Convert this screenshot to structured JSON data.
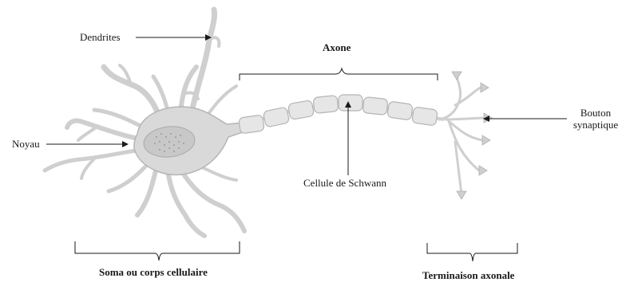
{
  "labels": {
    "dendrites": "Dendrites",
    "axon": "Axone",
    "nucleus": "Noyau",
    "schwann": "Cellule de Schwann",
    "bouton_line1": "Bouton",
    "bouton_line2": "synaptique",
    "soma": "Soma ou corps cellulaire",
    "terminal": "Terminaison axonale"
  },
  "colors": {
    "cell_fill": "#d9d9d9",
    "cell_stroke": "#b5b5b5",
    "nucleus_fill": "#c8c8c8",
    "myelin_fill": "#e6e6e6",
    "line": "#1a1a1a"
  }
}
